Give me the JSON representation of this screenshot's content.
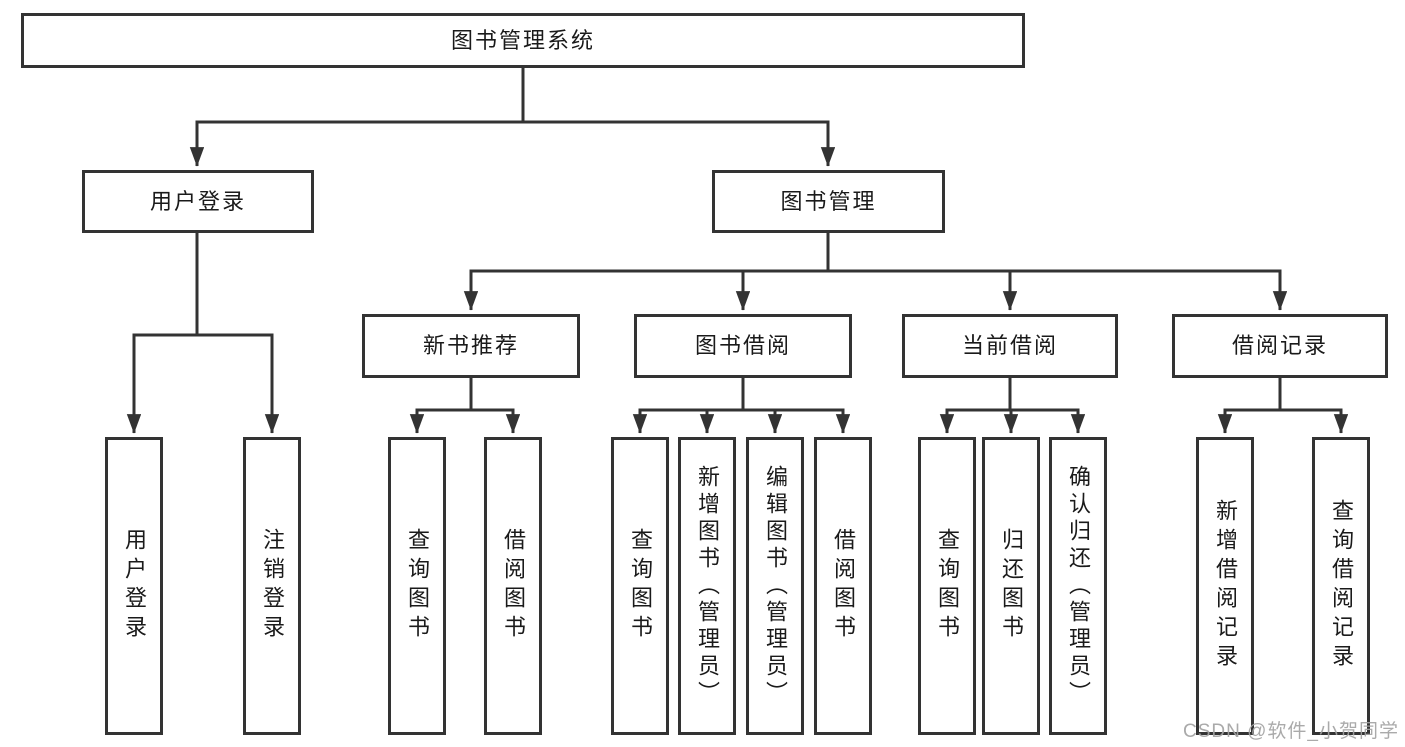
{
  "diagram": {
    "root": {
      "label": "图书管理系统"
    },
    "branches": [
      {
        "label": "用户登录",
        "children": [
          {
            "label": "用户登录"
          },
          {
            "label": "注销登录"
          }
        ]
      },
      {
        "label": "图书管理",
        "children": [
          {
            "label": "新书推荐",
            "children": [
              {
                "label": "查询图书"
              },
              {
                "label": "借阅图书"
              }
            ]
          },
          {
            "label": "图书借阅",
            "children": [
              {
                "label": "查询图书"
              },
              {
                "label": "新增图书（管理员）"
              },
              {
                "label": "编辑图书（管理员）"
              },
              {
                "label": "借阅图书"
              }
            ]
          },
          {
            "label": "当前借阅",
            "children": [
              {
                "label": "查询图书"
              },
              {
                "label": "归还图书"
              },
              {
                "label": "确认归还（管理员）"
              }
            ]
          },
          {
            "label": "借阅记录",
            "children": [
              {
                "label": "新增借阅记录"
              },
              {
                "label": "查询借阅记录"
              }
            ]
          }
        ]
      }
    ]
  },
  "watermark": {
    "text": "CSDN @软件_小贺同学"
  },
  "colors": {
    "line": "#333333",
    "text": "#1a1a1a",
    "background": "#ffffff",
    "watermark": "#a3a3a3"
  }
}
